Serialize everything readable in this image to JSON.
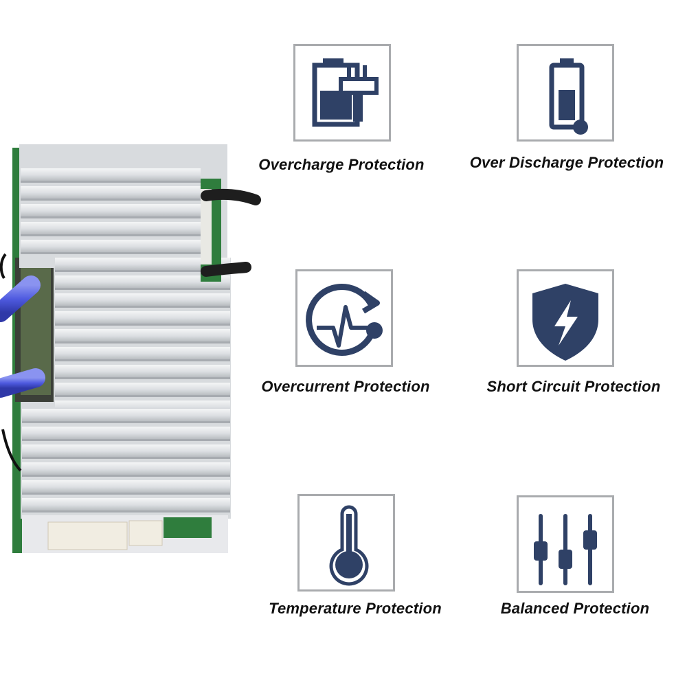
{
  "accent_color": "#2f4166",
  "border_color": "#a9abae",
  "product_image": {
    "subject": "battery protection board with aluminum heatsink and blue cables"
  },
  "features": [
    {
      "label": "Overcharge Protection",
      "icon": "overcharge-plug-icon"
    },
    {
      "label": "Over Discharge Protection",
      "icon": "low-battery-icon"
    },
    {
      "label": "Overcurrent Protection",
      "icon": "overcurrent-pulse-icon"
    },
    {
      "label": "Short Circuit Protection",
      "icon": "shield-lightning-icon"
    },
    {
      "label": "Temperature Protection",
      "icon": "thermometer-icon"
    },
    {
      "label": "Balanced Protection",
      "icon": "balance-sliders-icon"
    }
  ]
}
